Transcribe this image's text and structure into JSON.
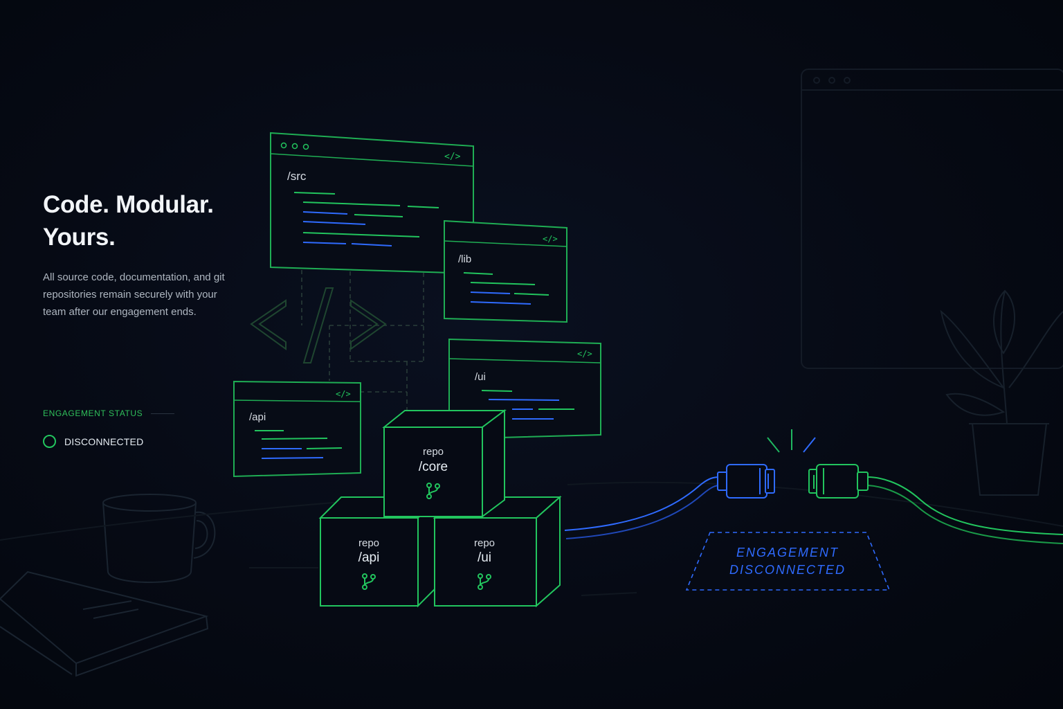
{
  "hero": {
    "title_line1": "Code. Modular.",
    "title_line2": "Yours.",
    "description": "All source code, documentation, and git repositories remain securely with your team after our engagement ends."
  },
  "status": {
    "label": "ENGAGEMENT STATUS",
    "value": "DISCONNECTED"
  },
  "windows": {
    "src": {
      "path": "/src",
      "tag": "</>"
    },
    "lib": {
      "path": "/lib",
      "tag": "</>"
    },
    "ui": {
      "path": "/ui",
      "tag": "</>"
    },
    "api": {
      "path": "/api",
      "tag": "</>"
    }
  },
  "repos": {
    "core": {
      "kind": "repo",
      "path": "/core"
    },
    "api": {
      "kind": "repo",
      "path": "/api"
    },
    "ui": {
      "kind": "repo",
      "path": "/ui"
    }
  },
  "sign": {
    "line1": "ENGAGEMENT",
    "line2": "DISCONNECTED"
  },
  "colors": {
    "accent_green": "#22c55e",
    "accent_blue": "#2f6bff",
    "background": "#060a14"
  }
}
